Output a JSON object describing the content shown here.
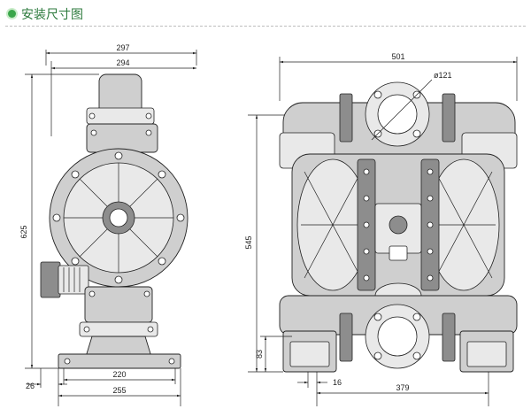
{
  "header": {
    "title": "安装尺寸图"
  },
  "dimensions": {
    "side_width_overall": "297",
    "side_width_inner": "294",
    "side_height": "625",
    "side_offset": "26",
    "side_base_inner": "220",
    "side_base_outer": "255",
    "front_width": "501",
    "front_flange_dia": "ø121",
    "front_height": "545",
    "front_outlet_height": "83",
    "front_base_offset": "16",
    "front_base_width": "379"
  },
  "colors": {
    "accent": "#3aa64a",
    "title": "#2c7a3c",
    "line": "#222222",
    "body": "#cfcfcf"
  }
}
